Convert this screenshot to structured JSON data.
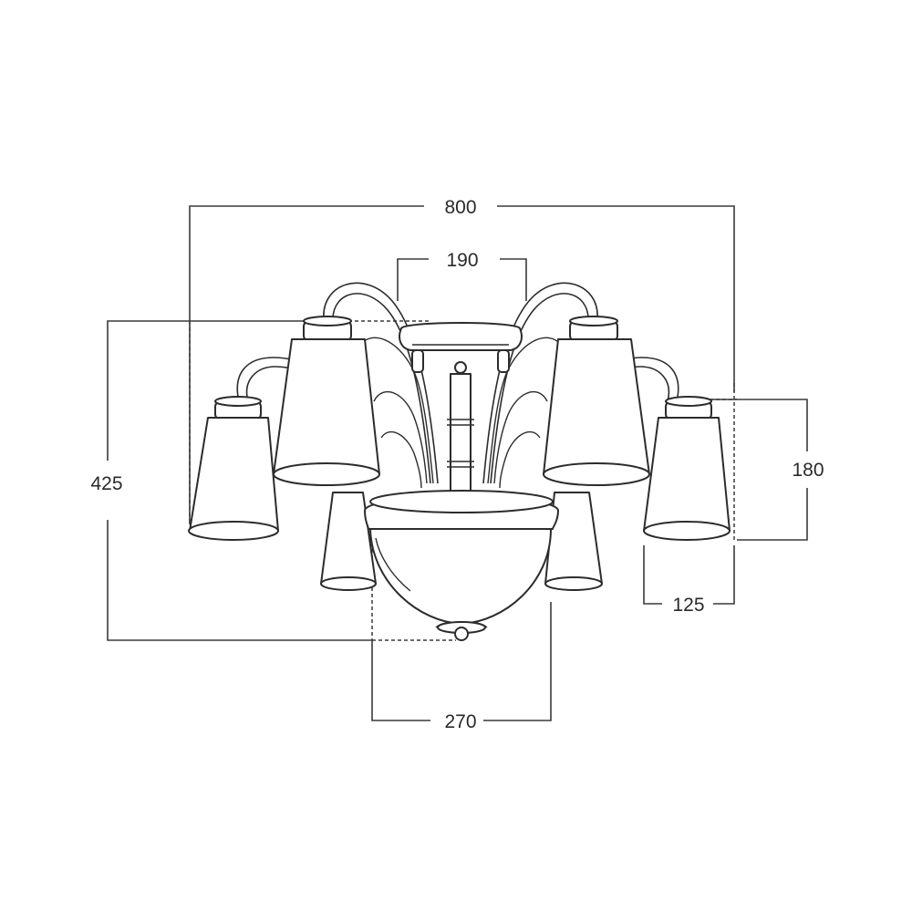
{
  "dimensions": {
    "overall_width": "800",
    "canopy_width": "190",
    "overall_height": "425",
    "shade_height": "180",
    "shade_diameter": "125",
    "bowl_diameter": "270"
  },
  "colors": {
    "line": "#2c2c2c",
    "dimension": "#3a3a3a",
    "background": "#ffffff"
  }
}
